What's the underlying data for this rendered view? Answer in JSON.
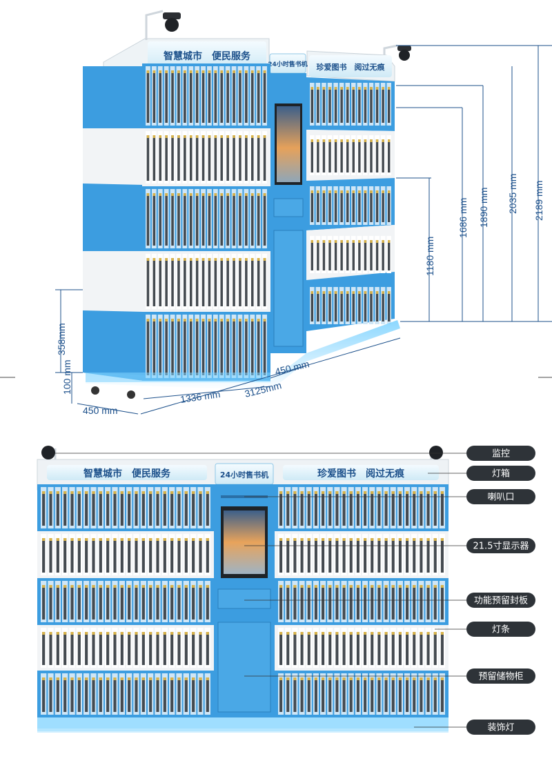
{
  "colors": {
    "cabinet_blue": "#3c9de0",
    "cabinet_white": "#f2f4f6",
    "sign_light": "#e7f6fb",
    "dimension_text": "#1b4f8a",
    "led_glow": "#7fd3ff",
    "callout_bg": "#2e3338"
  },
  "signs": {
    "left": "智慧城市　便民服务",
    "center": "24小时售书机",
    "right": "珍爱图书　阅过无痕"
  },
  "dimensions": {
    "top_height": "2189 mm",
    "upper_height": "2035 mm",
    "mid_height": "1890 mm",
    "lower_mid_height": "1686 mm",
    "storage_height": "1180 mm",
    "base_height": "358mm",
    "foot_height": "100 mm",
    "depth": "450 mm",
    "left_width": "1336 mm",
    "total_width": "3125mm",
    "center_width": "450 mm"
  },
  "callouts": [
    {
      "id": "monitor",
      "label": "监控"
    },
    {
      "id": "lightbox",
      "label": "灯箱"
    },
    {
      "id": "speaker",
      "label": "喇叭口"
    },
    {
      "id": "display",
      "label": "21.5寸显示器"
    },
    {
      "id": "panel",
      "label": "功能预留封板"
    },
    {
      "id": "lightstrip",
      "label": "灯条"
    },
    {
      "id": "storage",
      "label": "预留储物柜"
    },
    {
      "id": "decorlight",
      "label": "装饰灯"
    }
  ]
}
